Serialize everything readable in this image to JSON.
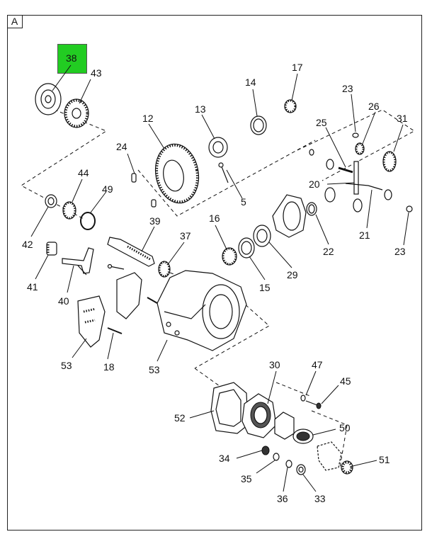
{
  "view_tag": "A",
  "highlight": {
    "label": "38",
    "color": "#22cc22"
  },
  "callouts": [
    {
      "id": "38",
      "text": "38"
    },
    {
      "id": "43",
      "text": "43"
    },
    {
      "id": "12",
      "text": "12"
    },
    {
      "id": "13",
      "text": "13"
    },
    {
      "id": "14",
      "text": "14"
    },
    {
      "id": "17",
      "text": "17"
    },
    {
      "id": "23a",
      "text": "23"
    },
    {
      "id": "26",
      "text": "26"
    },
    {
      "id": "31",
      "text": "31"
    },
    {
      "id": "25",
      "text": "25"
    },
    {
      "id": "24",
      "text": "24"
    },
    {
      "id": "44",
      "text": "44"
    },
    {
      "id": "49",
      "text": "49"
    },
    {
      "id": "5",
      "text": "5"
    },
    {
      "id": "20",
      "text": "20"
    },
    {
      "id": "42",
      "text": "42"
    },
    {
      "id": "16",
      "text": "16"
    },
    {
      "id": "39",
      "text": "39"
    },
    {
      "id": "37",
      "text": "37"
    },
    {
      "id": "21",
      "text": "21"
    },
    {
      "id": "22",
      "text": "22"
    },
    {
      "id": "23b",
      "text": "23"
    },
    {
      "id": "41",
      "text": "41"
    },
    {
      "id": "40",
      "text": "40"
    },
    {
      "id": "29",
      "text": "29"
    },
    {
      "id": "15",
      "text": "15"
    },
    {
      "id": "53a",
      "text": "53"
    },
    {
      "id": "18",
      "text": "18"
    },
    {
      "id": "53b",
      "text": "53"
    },
    {
      "id": "30",
      "text": "30"
    },
    {
      "id": "47",
      "text": "47"
    },
    {
      "id": "45",
      "text": "45"
    },
    {
      "id": "52",
      "text": "52"
    },
    {
      "id": "50",
      "text": "50"
    },
    {
      "id": "34",
      "text": "34"
    },
    {
      "id": "51",
      "text": "51"
    },
    {
      "id": "35",
      "text": "35"
    },
    {
      "id": "36",
      "text": "36"
    },
    {
      "id": "33",
      "text": "33"
    }
  ]
}
